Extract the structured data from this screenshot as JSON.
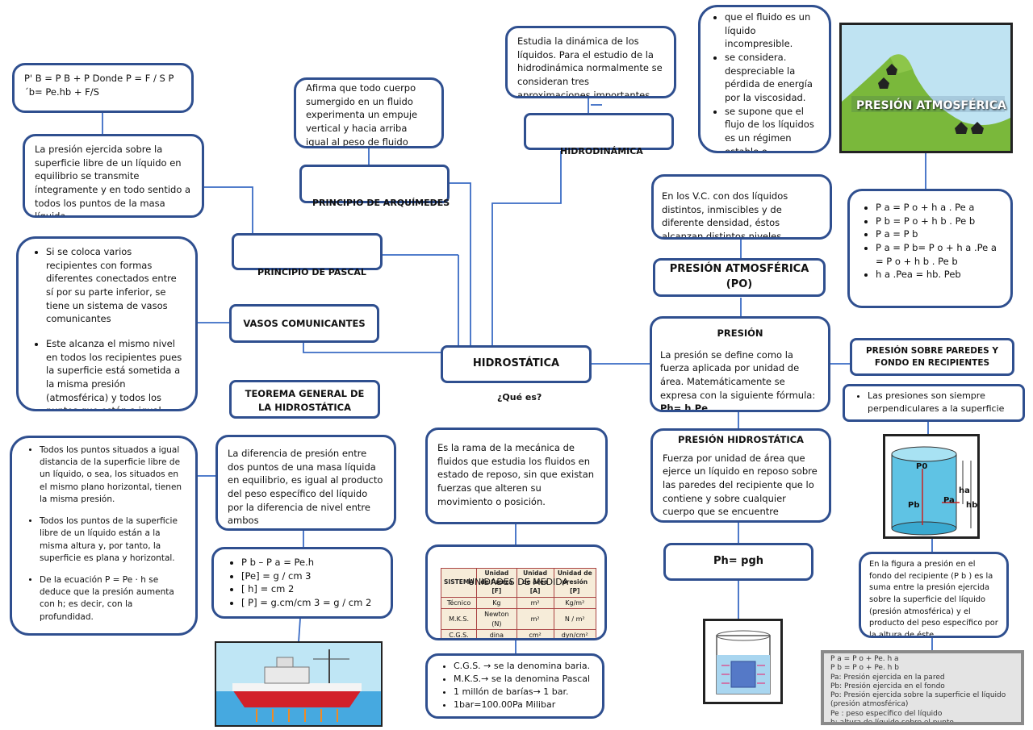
{
  "nodes": {
    "formula_pb": "P' B = P B + P Donde P = F / S P´b= Pe.hb + F/S",
    "pascal_desc": "La presión ejercida sobre la superficie libre de un líquido en equilibrio se transmite íntegramente y en todo sentido a todos los puntos de la masa líquida.",
    "vasos_list": [
      "Si se coloca varios recipientes con formas diferentes conectados entre sí por su parte inferior, se tiene un sistema de vasos comunicantes",
      "Este alcanza el mismo nivel en todos los recipientes pues la superficie está sometida a la misma presión (atmosférica) y todos los puntos que están a igual nivel tienen la misma presión"
    ],
    "arquimedes_desc": "Afirma que todo cuerpo sumergido en un fluido experimenta un empuje vertical y hacia arriba igual al peso de fluido desalojado.",
    "arquimedes_title": "PRINCIPIO DE ARQUÍMEDES",
    "pascal_title": "PRINCIPIO DE PASCAL",
    "vasos_title": "VASOS COMUNICANTES",
    "hidrodinamica_desc": "Estudia la dinámica de los líquidos. Para el estudio de la hidrodinámica normalmente se consideran tres aproximaciones importantes",
    "hidrodinamica_title": "HIDRODINÁMICA",
    "hidro_list": [
      "que el fluido es un líquido incompresible.",
      "se considera. despreciable la pérdida de energía por la viscosidad.",
      "se supone que el flujo de los líquidos es un régimen estable o estacionario."
    ],
    "atm_img_title": "PRESIÓN ATMOSFÉRICA",
    "vc_desc": "En los V.C. con dos líquidos distintos, inmiscibles y de diferente densidad, éstos alcanzan distintos niveles.",
    "atm_title": "PRESIÓN ATMOSFÉRICA (PO)",
    "formulas_list": [
      "P a = P o + h a . Pe a",
      "P b = P o + h b . Pe b",
      "P a = P b",
      "P a = P b= P o + h a .Pe a = P o + h b . Pe b",
      "h a .Pea = hb. Peb"
    ],
    "hidrostatica_title": "HIDROSTÁTICA",
    "que_es": "¿Qué es?",
    "presion_title": "PRESIÓN",
    "presion_desc_a": "La presión se define como la fuerza aplicada por unidad de área. Matemáticamente se expresa con la siguiente fórmula: ",
    "presion_formula": "Ph= h.Pe",
    "paredes_title": "PRESIÓN SOBRE PAREDES Y FONDO EN RECIPIENTES",
    "paredes_list": [
      "Las presiones son siempre perpendiculares a la superficie"
    ],
    "teorema_title": "TEOREMA GENERAL DE LA HIDROSTÁTICA",
    "puntos_list": [
      "Todos los puntos situados a igual distancia de la superficie libre de un líquido, o sea, los situados en el mismo plano horizontal, tienen la misma presión.",
      "Todos los puntos de la superficie libre de un líquido están a la misma altura y, por tanto, la superficie es plana y horizontal.",
      "De la ecuación P = Pe · h se deduce que la presión aumenta con h; es decir, con la profundidad."
    ],
    "teorema_desc": "La diferencia de presión entre dos puntos de una masa líquida en equilibrio, es igual al producto del peso específico del líquido por la diferencia de nivel entre ambos",
    "hidrostatica_desc": "Es la rama de la mecánica de fluidos que estudia los fluidos en estado de reposo, sin que existan fuerzas que alteren su movimiento o posición.",
    "ph_title": "PRESIÓN HIDROSTÁTICA",
    "ph_desc": "Fuerza por unidad de área que ejerce un líquido en reposo sobre las paredes del recipiente que lo contiene y sobre cualquier cuerpo que se encuentre sumergido",
    "ph_formula": "Ph= pgh",
    "units_list": [
      "P b – P a = Pe.h",
      "[Pe] = g / cm 3",
      "[ h] = cm 2",
      "[ P] = g.cm/cm 3 = g / cm 2"
    ],
    "unidades_title": "UNIDADES DE MEDIDA",
    "baria_list": [
      "C.G.S. → se la denomina baria.",
      "M.K.S.→ se la denomina Pascal",
      "1 millón de barías→ 1 bar.",
      "1bar=100.00Pa Milibar"
    ],
    "fondo_desc": "En la figura a presión en el fondo del recipiente (P b ) es la suma entre la presión ejercida sobre la superficie del líquido (presión atmosférica) y el producto del peso específico por la altura de éste"
  },
  "units_table": {
    "headers": [
      "SISTEMA",
      "Unidad de fuerza [F]",
      "Unidad de área [A]",
      "Unidad de presión [P]"
    ],
    "rows": [
      [
        "Técnico",
        "Kg",
        "m²",
        "Kg/m²"
      ],
      [
        "M.K.S.",
        "Newton (N)",
        "m²",
        "N / m²"
      ],
      [
        "C.G.S.",
        "dina",
        "cm²",
        "dyn/cm²"
      ]
    ]
  },
  "cylinder_labels": [
    "P0",
    "ha",
    "hb",
    "Pb",
    "Pa"
  ],
  "legend_lines": [
    "P a = P o + Pe. h a",
    "P b = P o + Pe. h b",
    "Pa: Presión ejercida en la pared",
    "Pb: Presión ejercida en el fondo",
    "Po: Presión ejercida sobre la superficie el líquido (presión atmosférica)",
    "Pe : peso específico del líquido",
    "h: altura de líquido sobre el punto"
  ],
  "colors": {
    "border": "#2f4f8f",
    "line": "#3a6bc4"
  }
}
